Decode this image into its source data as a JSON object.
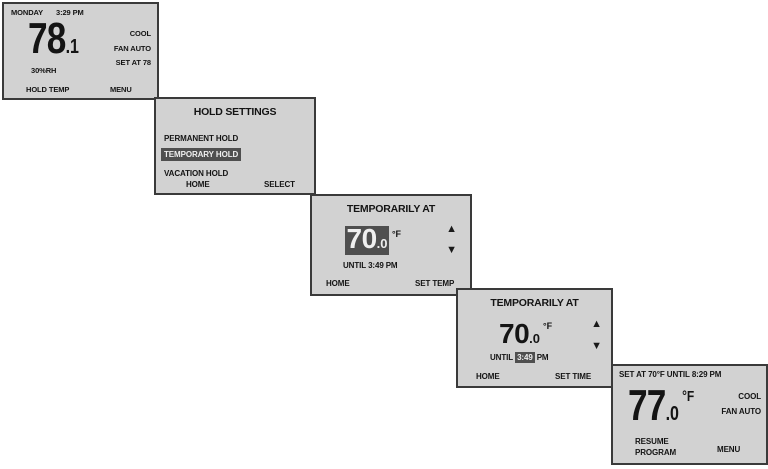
{
  "colors": {
    "page_bg": "#ffffff",
    "screen_bg": "#d2d2d2",
    "screen_border": "#3a3a3a",
    "text": "#141414",
    "highlight_bg": "#4f4f4f",
    "highlight_text": "#efefef"
  },
  "icons": {
    "up_arrow": "▲",
    "down_arrow": "▼"
  },
  "screens": {
    "home": {
      "day": "MONDAY",
      "time": "3:29 PM",
      "temp_int": "78",
      "temp_dec": ".1",
      "humidity": "30%RH",
      "mode": "COOL",
      "fan": "FAN AUTO",
      "setpoint": "SET AT 78",
      "left_button": "HOLD TEMP",
      "right_button": "MENU"
    },
    "hold_settings": {
      "title": "HOLD SETTINGS",
      "items": [
        {
          "label": "PERMANENT HOLD",
          "selected": false
        },
        {
          "label": "TEMPORARY HOLD",
          "selected": true
        },
        {
          "label": "VACATION HOLD",
          "selected": false
        }
      ],
      "left_button": "HOME",
      "right_button": "SELECT"
    },
    "set_temp": {
      "title": "TEMPORARILY AT",
      "temp_int": "70",
      "temp_dec": ".0",
      "unit": "°F",
      "until_prefix": "UNTIL",
      "until_time": "3:49",
      "until_suffix": "PM",
      "highlighted_field": "temperature",
      "left_button": "HOME",
      "right_button": "SET TEMP"
    },
    "set_time": {
      "title": "TEMPORARILY AT",
      "temp_int": "70",
      "temp_dec": ".0",
      "unit": "°F",
      "until_prefix": "UNTIL",
      "until_time": "3:49",
      "until_suffix": "PM",
      "highlighted_field": "time",
      "left_button": "HOME",
      "right_button": "SET TIME"
    },
    "hold_active": {
      "status": "SET AT 70°F UNTIL 8:29 PM",
      "temp_int": "77",
      "temp_dec": ".0",
      "unit": "°F",
      "mode": "COOL",
      "fan": "FAN AUTO",
      "left_button_line1": "RESUME",
      "left_button_line2": "PROGRAM",
      "right_button": "MENU"
    }
  }
}
